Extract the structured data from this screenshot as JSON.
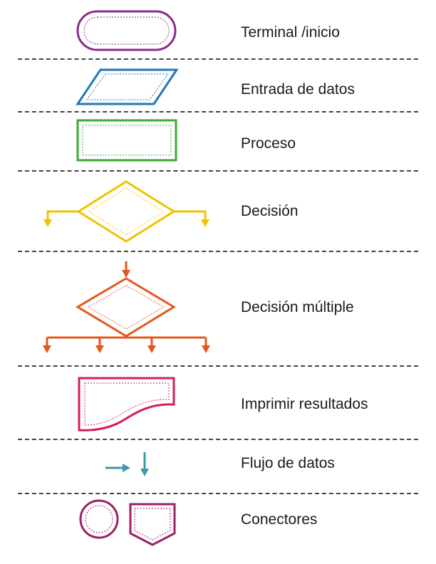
{
  "colors": {
    "terminal": "#8e2a8a",
    "input": "#1f78b4",
    "process": "#3aaa35",
    "decision": "#f2c200",
    "multiple_decision": "#e4581c",
    "print": "#d21e5a",
    "flow": "#3a9aa6",
    "connectors": "#9b1f6a",
    "divider": "#444444"
  },
  "rows": [
    {
      "label": "Terminal /inicio",
      "icon": "terminal-rounded-rectangle"
    },
    {
      "label": "Entrada de datos",
      "icon": "input-parallelogram"
    },
    {
      "label": "Proceso",
      "icon": "process-rectangle"
    },
    {
      "label": "Decisión",
      "icon": "decision-diamond"
    },
    {
      "label": "Decisión múltiple",
      "icon": "multiple-decision-diamond"
    },
    {
      "label": "Imprimir resultados",
      "icon": "document-shape"
    },
    {
      "label": "Flujo de datos",
      "icon": "flow-arrows"
    },
    {
      "label": "Conectores",
      "icon": "connector-circle-and-offpage"
    }
  ]
}
